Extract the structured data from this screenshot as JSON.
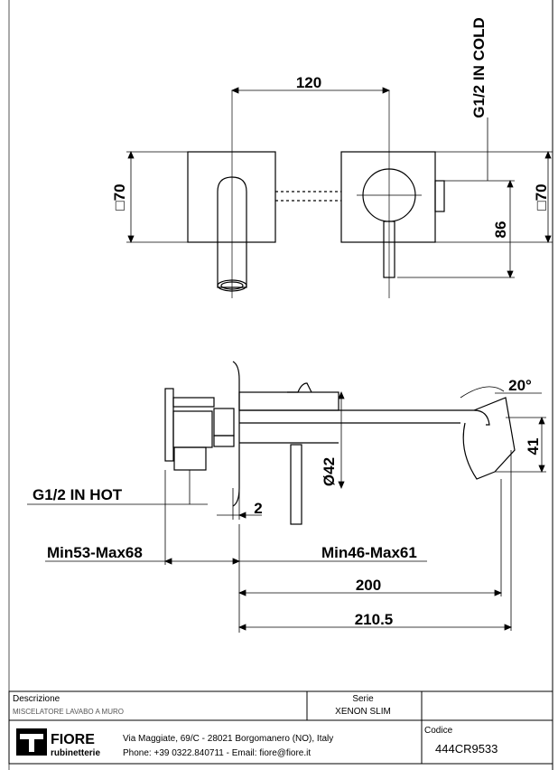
{
  "drawing": {
    "top_view": {
      "dim_width": "120",
      "dim_left_square": "□70",
      "dim_right_square": "□70",
      "dim_height": "86",
      "inlet_cold": "G1/2 IN COLD"
    },
    "side_view": {
      "angle": "20°",
      "dim_outlet_drop": "41",
      "dim_diameter": "Ø42",
      "inlet_hot": "G1/2 IN HOT",
      "dim_gap": "2",
      "dim_min_max_left": "Min53-Max68",
      "dim_min_max_right": "Min46-Max61",
      "dim_reach": "200",
      "dim_total": "210.5"
    }
  },
  "title_block": {
    "descrizione_label": "Descrizione",
    "descrizione_value": "MISCELATORE LAVABO A MURO",
    "serie_label": "Serie",
    "serie_value": "XENON SLIM",
    "codice_label": "Codice",
    "codice_value": "444CR9533",
    "brand_name": "FIORE",
    "brand_sub": "rubinetterie",
    "address": "Via Maggiate, 69/C - 28021 Borgomanero (NO), Italy",
    "contacts": "Phone: +39 0322.840711 - Email: fiore@fiore.it"
  }
}
